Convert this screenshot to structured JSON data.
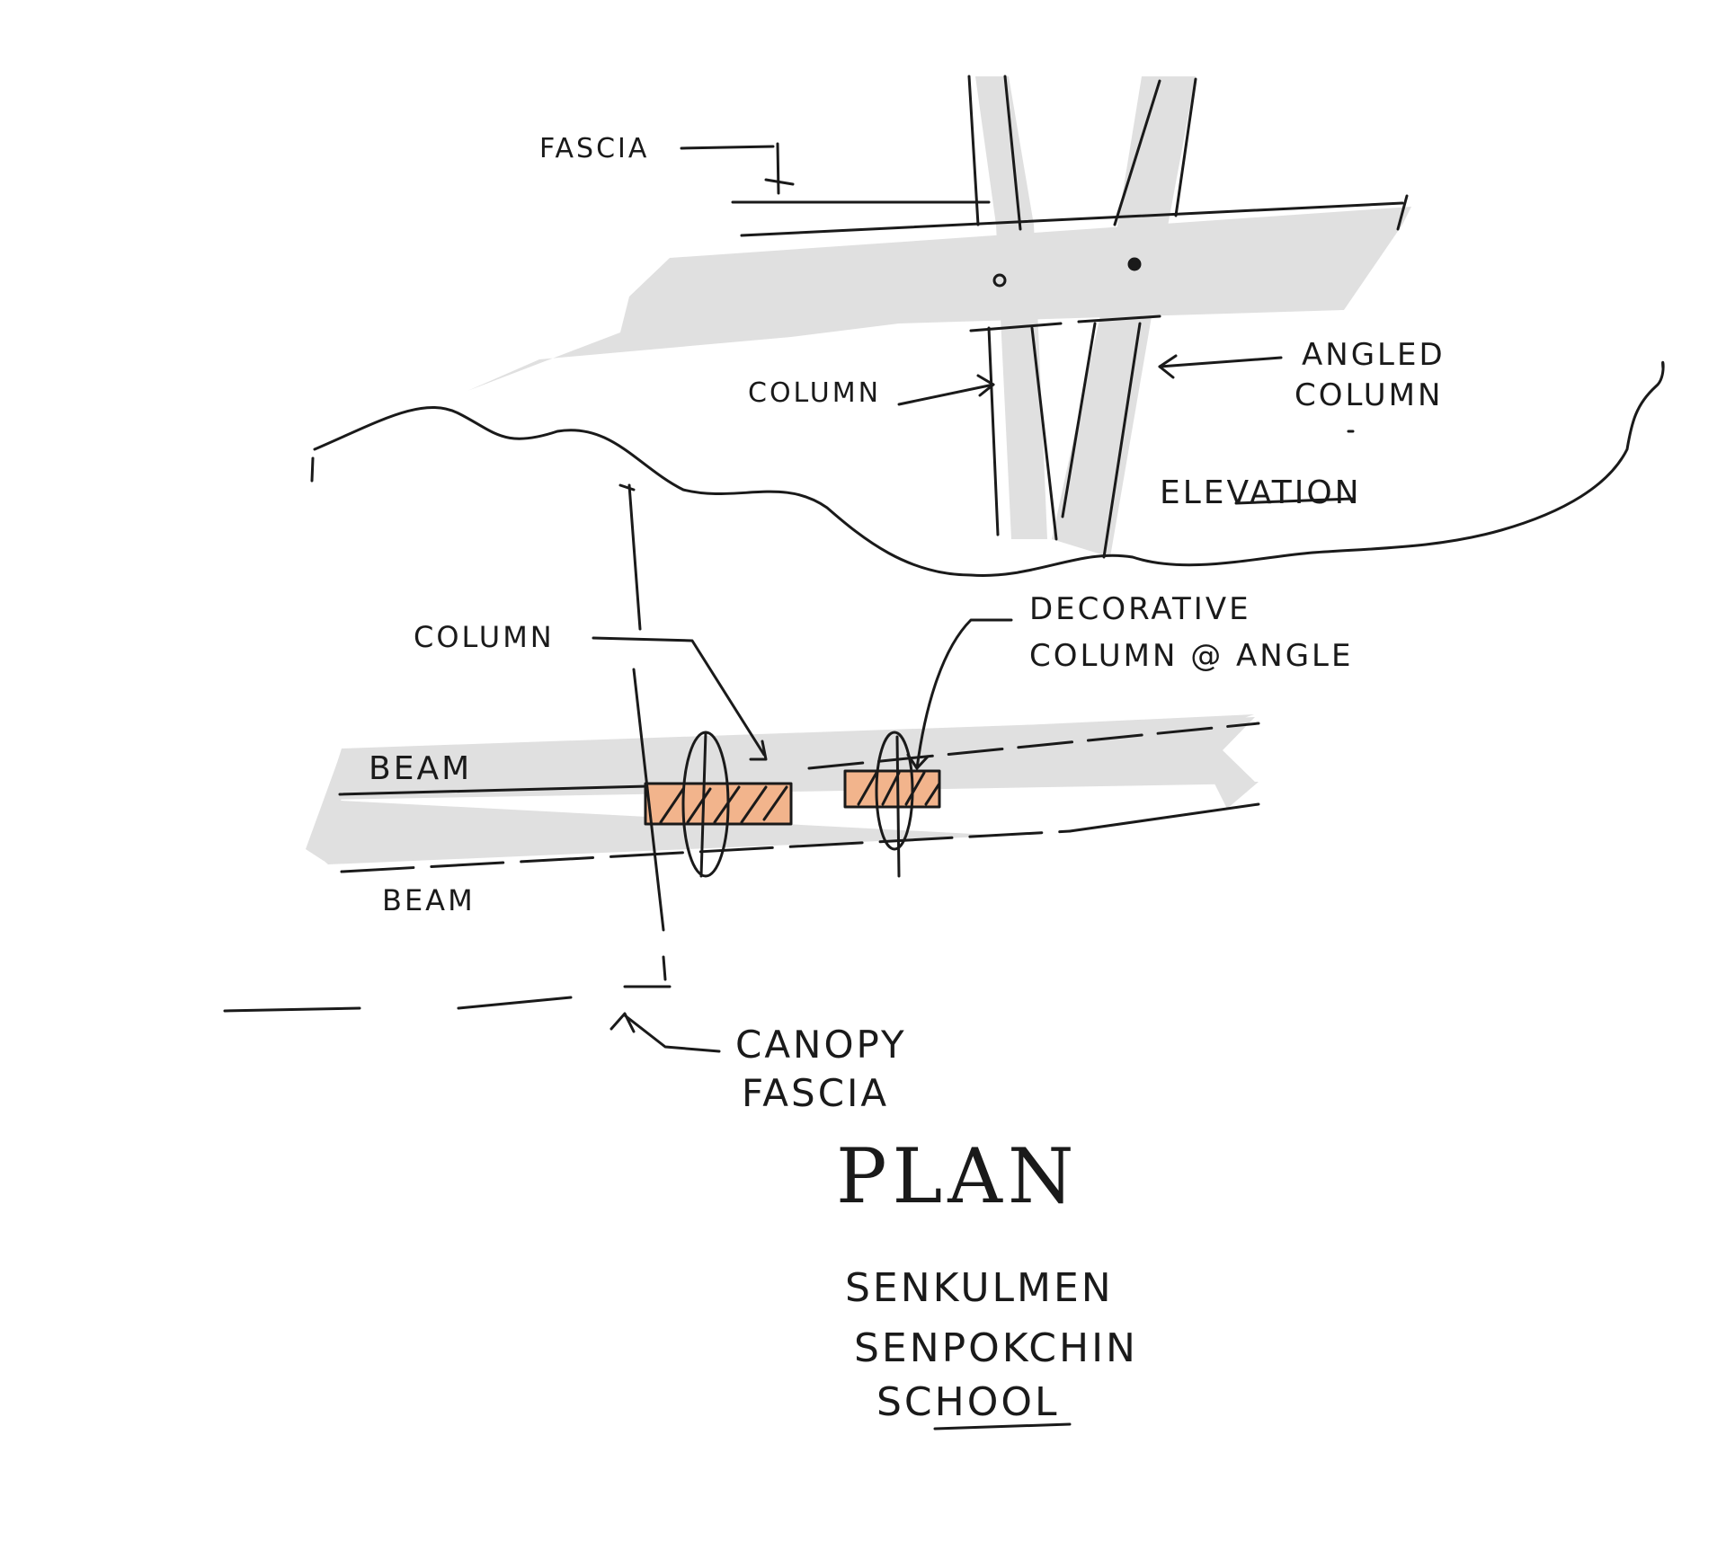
{
  "labels": {
    "fascia": "FASCIA",
    "column_elev": "COLUMN",
    "angled_column_1": "ANGLED",
    "angled_column_2": "COLUMN",
    "elevation": "ELEVATION",
    "column_plan": "COLUMN",
    "decorative_1": "DECORATIVE",
    "decorative_2": "COLUMN @ ANGLE",
    "beam_top": "BEAM",
    "beam_bottom": "BEAM",
    "canopy_1": "CANOPY",
    "canopy_2": "FASCIA",
    "plan": "PLAN",
    "school_1": "SENKULMEN",
    "school_2": "SENPOKCHIN",
    "school_3": "SCHOOL"
  },
  "colors": {
    "ink": "#1a1a1a",
    "fill_gray": "#e0e0e0",
    "column_fill": "#f2b48c"
  }
}
